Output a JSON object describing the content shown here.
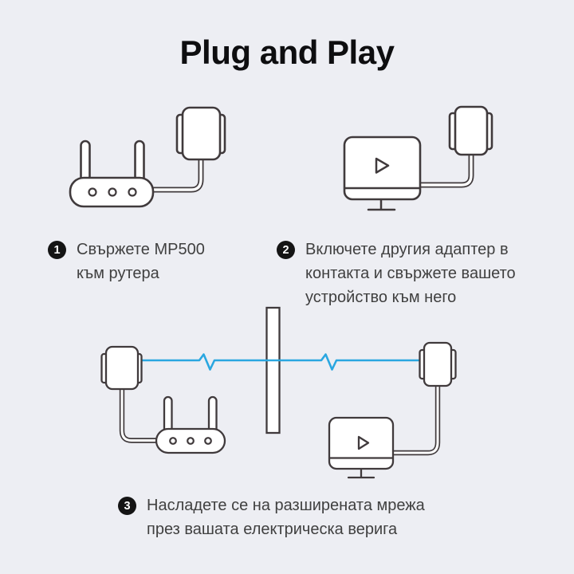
{
  "title": "Plug and Play",
  "colors": {
    "background": "#edeef3",
    "title_text": "#0e0e10",
    "outline": "#403a3c",
    "accent_blue": "#2aa7e0",
    "text": "#404040",
    "badge_bg": "#141414",
    "badge_text": "#ffffff",
    "device_fill": "#ffffff"
  },
  "steps": [
    {
      "number": "1",
      "lines": [
        "Свържете MP500",
        "към рутера"
      ]
    },
    {
      "number": "2",
      "lines": [
        "Включете другия адаптер в",
        "контакта и свържете вашето",
        "устройство към него"
      ]
    },
    {
      "number": "3",
      "lines": [
        "Насладете се на разширената мрежа",
        "през вашата електрическа верига"
      ]
    }
  ],
  "figures": {
    "step1_icons": [
      "router-icon",
      "powerline-adapter-icon",
      "cable"
    ],
    "step2_icons": [
      "monitor-icon",
      "powerline-adapter-icon",
      "cable"
    ],
    "step3_icons": [
      "powerline-adapter-icon",
      "router-icon",
      "wall",
      "powerline-connection-line",
      "powerline-adapter-icon",
      "monitor-icon"
    ]
  }
}
